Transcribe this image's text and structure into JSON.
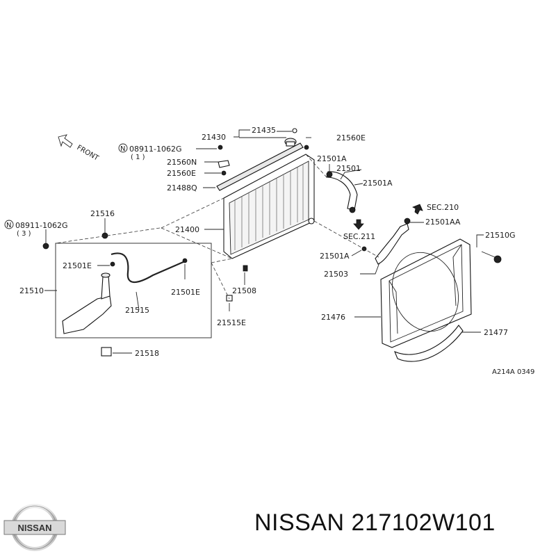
{
  "diagram": {
    "front_label": "FRONT",
    "ref_code": "A214A 0349",
    "callouts": {
      "c21430": "21430",
      "c21435": "21435",
      "c21560E_top": "21560E",
      "bolt_top_line1": "08911-1062G",
      "bolt_top_line2": "( 1 )",
      "c21560N": "21560N",
      "c21560E_left": "21560E",
      "c21488Q": "21488Q",
      "c21400": "21400",
      "c21501A_top": "21501A",
      "c21501": "21501",
      "c21501A_right": "21501A",
      "sec210": "SEC.210",
      "c21501AA": "21501AA",
      "sec211": "SEC.211",
      "c21510G": "21510G",
      "c21501A_bottom": "21501A",
      "c21503": "21503",
      "c21508": "21508",
      "c21476": "21476",
      "c21477": "21477",
      "bolt_left_line1": "08911-1062G",
      "bolt_left_line2": "( 3 )",
      "c21516": "21516",
      "c21501E_left": "21501E",
      "c21510": "21510",
      "c21515": "21515",
      "c21501E_right": "21501E",
      "c21515E": "21515E",
      "c21518": "21518"
    }
  },
  "footer": {
    "brand": "NISSAN",
    "part_number": "NISSAN 217102W101"
  }
}
